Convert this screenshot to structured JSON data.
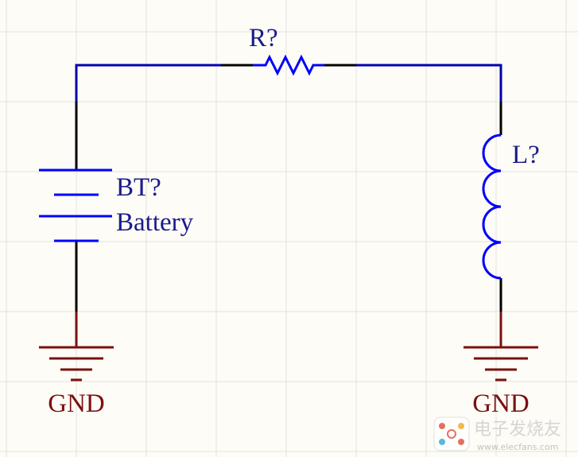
{
  "components": {
    "resistor": {
      "designator": "R?"
    },
    "battery": {
      "designator": "BT?",
      "comment": "Battery"
    },
    "inductor": {
      "designator": "L?"
    }
  },
  "power_ports": {
    "left": {
      "net_name": "GND"
    },
    "right": {
      "net_name": "GND"
    }
  },
  "watermark": {
    "title": "电子发烧友",
    "url": "www.elecfans.com"
  },
  "colors": {
    "background": "#fdfcf6",
    "grid": "#e2e2dc",
    "wire": "#0000b0",
    "pin": "#000000",
    "component_body": "#0000ff",
    "designator_text": "#1a1a8c",
    "power_port": "#7a1010"
  }
}
